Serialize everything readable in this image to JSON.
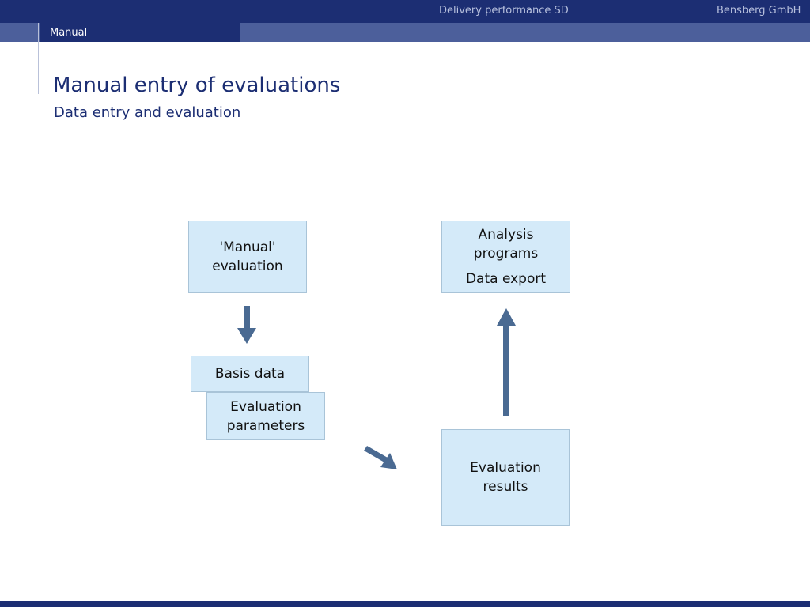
{
  "header": {
    "center_title": "Delivery performance SD",
    "company": "Bensberg GmbH",
    "active_tab": "Manual"
  },
  "slide": {
    "title": "Manual entry of evaluations",
    "subtitle": "Data entry and evaluation"
  },
  "diagram": {
    "manual_evaluation": [
      "'Manual'",
      "evaluation"
    ],
    "basis_data": "Basis data",
    "evaluation_parameters": [
      "Evaluation",
      "parameters"
    ],
    "evaluation_results": [
      "Evaluation",
      "results"
    ],
    "analysis_programs": [
      "Analysis",
      "programs"
    ],
    "data_export": "Data export"
  },
  "colors": {
    "brand_navy": "#1c2e73",
    "nav_band": "#4c5f9b",
    "box_fill": "#d4eaf9",
    "box_border": "#a9c4d8",
    "arrow": "#4a6a92"
  }
}
